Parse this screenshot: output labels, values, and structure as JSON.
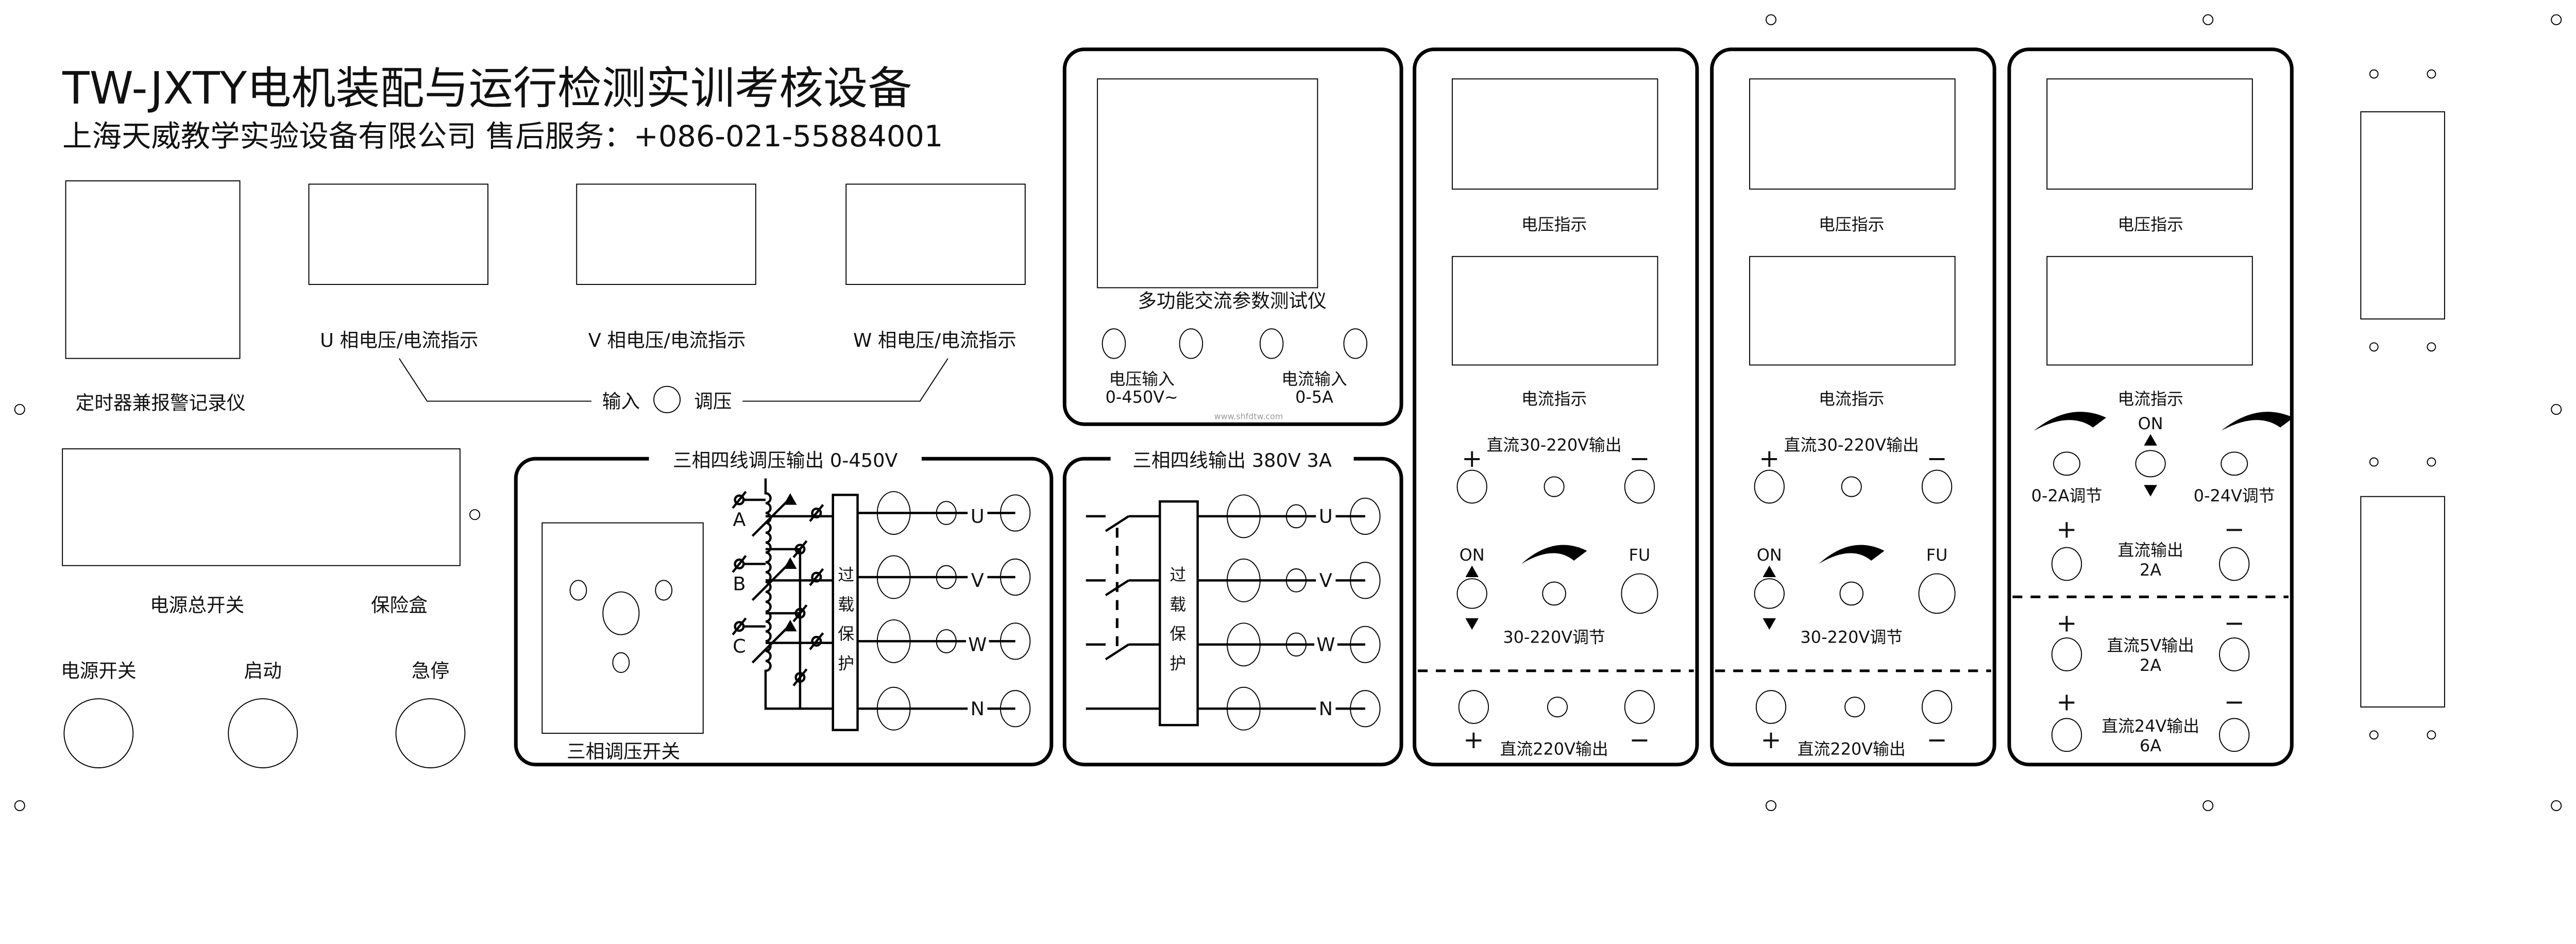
{
  "header": {
    "title": "TW-JXTY电机装配与运行检测实训考核设备",
    "subtitle": "上海天威教学实验设备有限公司  售后服务：+086-021-55884001"
  },
  "meters": {
    "timer_label": "定时器兼报警记录仪",
    "u_label": "U 相电压/电流指示",
    "v_label": "V 相电压/电流指示",
    "w_label": "W 相电压/电流指示",
    "input_label": "输入",
    "regulate_label": "调压"
  },
  "power": {
    "main_switch_label": "电源总开关",
    "fuse_box_label": "保险盒",
    "power_switch_label": "电源开关",
    "start_label": "启动",
    "stop_label": "急停"
  },
  "ac_meter": {
    "title": "多功能交流参数测试仪",
    "voltage_input": "电压输入",
    "voltage_range": "0-450V~",
    "current_input": "电流输入",
    "current_range": "0-5A",
    "watermark": "www.shfdtw.com"
  },
  "regulated_output": {
    "title": "三相四线调压输出 0-450V",
    "switch_label": "三相调压开关",
    "phases": [
      "A",
      "B",
      "C"
    ],
    "overload": [
      "过",
      "载",
      "保",
      "护"
    ],
    "lines": [
      "U",
      "V",
      "W",
      "N"
    ]
  },
  "fixed_output": {
    "title": "三相四线输出 380V   3A",
    "overload": [
      "过",
      "载",
      "保",
      "护"
    ],
    "lines": [
      "U",
      "V",
      "W",
      "N"
    ]
  },
  "dc_panels": [
    {
      "voltage_label": "电压指示",
      "current_label": "电流指示",
      "output_label": "直流30-220V输出",
      "plus": "+",
      "minus": "−",
      "on": "ON",
      "fu": "FU",
      "adjust_label": "30-220V调节",
      "fixed_output_label": "直流220V输出"
    },
    {
      "voltage_label": "电压指示",
      "current_label": "电流指示",
      "output_label": "直流30-220V输出",
      "plus": "+",
      "minus": "−",
      "on": "ON",
      "fu": "FU",
      "adjust_label": "30-220V调节",
      "fixed_output_label": "直流220V输出"
    }
  ],
  "low_voltage": {
    "voltage_label": "电压指示",
    "current_label": "电流指示",
    "on": "ON",
    "current_adjust": "0-2A调节",
    "voltage_adjust": "0-24V调节",
    "plus": "+",
    "minus": "−",
    "dc_output": "直流输出",
    "dc_output_rating": "2A",
    "dc5_output": "直流5V输出",
    "dc5_rating": "2A",
    "dc24_output": "直流24V输出",
    "dc24_rating": "6A"
  },
  "colors": {
    "line": "#000000",
    "background": "#ffffff",
    "watermark": "#999999"
  }
}
